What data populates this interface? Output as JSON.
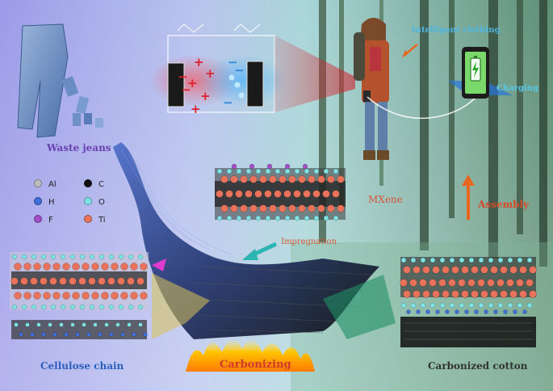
{
  "labels": {
    "waste_jeans": "Waste jeans",
    "intelligent_clothing": "Intelligent clothing",
    "charging": "Charging",
    "mxene": "MXene",
    "assembly": "Assembly",
    "impregnation": "Impregnation",
    "cellulose_chain": "Cellulose chain",
    "carbonizing": "Carbonizing",
    "carbonized_cotton": "Carbonized cotton"
  },
  "legend": [
    {
      "symbol": "Al",
      "color": "#bdbdbd"
    },
    {
      "symbol": "C",
      "color": "#111111"
    },
    {
      "symbol": "H",
      "color": "#3f6fd8"
    },
    {
      "symbol": "O",
      "color": "#7fe3e6"
    },
    {
      "symbol": "F",
      "color": "#a24fc9"
    },
    {
      "symbol": "Ti",
      "color": "#e8735a"
    }
  ],
  "capacitor": {
    "positive_charge": "+",
    "negative_charge": "−"
  },
  "colors": {
    "waste_jeans_label": "#6a3fb0",
    "intelligent_clothing_label": "#4fb6e0",
    "charging_label": "#58c6e8",
    "mxene_label": "#d6553a",
    "assembly_label": "#d64a2a",
    "impregnation_label": "#d25a3a",
    "cellulose_label": "#2a5fbf",
    "carbonizing_label": "#d43a2a",
    "carbonized_label": "#333333",
    "arrow_orange": "#e8671f",
    "arrow_teal": "#2ab5b0",
    "arrow_blue": "#1f6ed6",
    "arrow_magenta": "#e23bd0"
  }
}
